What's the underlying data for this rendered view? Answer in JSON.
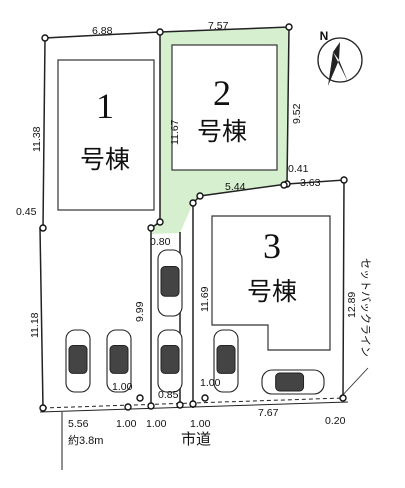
{
  "colors": {
    "lot2_fill": "#d6efcf",
    "outline": "#222222",
    "dot": "#111111",
    "car": "#ffffff"
  },
  "buildings": [
    {
      "id": "1",
      "number": "1",
      "name": "号棟"
    },
    {
      "id": "2",
      "number": "2",
      "name": "号棟"
    },
    {
      "id": "3",
      "number": "3",
      "name": "号棟"
    }
  ],
  "dimensions": {
    "lot1_top": "6.88",
    "lot2_top": "7.57",
    "lot1_left_upper": "11.38",
    "lot1_corner": "0.45",
    "lot1_left_lower": "11.18",
    "lot2_inner": "11.67",
    "lot2_right": "9.52",
    "lot2_offset": "0.41",
    "lot2_bottom": "5.44",
    "lot3_top": "3.63",
    "lot3_left": "11.69",
    "lot3_right": "12.89",
    "driveway_width": "0.80",
    "driveway_length": "9.99",
    "front_1": "1.00",
    "front_2": "0.85",
    "front_3": "1.00",
    "bottom_left": "5.56",
    "bottom_1": "1.00",
    "bottom_2": "1.00",
    "bottom_3": "1.00",
    "bottom_right": "7.67",
    "bottom_corner": "0.20"
  },
  "road": {
    "name": "市道",
    "width": "約3.8m",
    "setback": "セットバックライン"
  },
  "compass": {
    "label": "N",
    "icon": "north-arrow-icon"
  },
  "cars": {
    "count": 6,
    "icon": "car-icon"
  }
}
